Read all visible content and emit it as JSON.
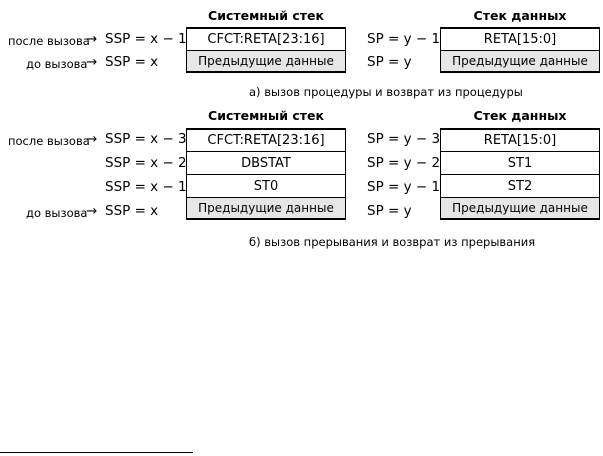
{
  "diagram_a": {
    "system_stack_title": "Системный стек",
    "data_stack_title": "Стек данных",
    "rows": [
      {
        "label": "после вызова",
        "ssp": "SSP = x − 1",
        "sys_cell": "CFCT:RETA[23:16]",
        "sp": "SP = y − 1",
        "data_cell": "RETA[15:0]"
      },
      {
        "label": "до вызова",
        "ssp": "SSP = x",
        "sys_cell": "Предыдущие данные",
        "sp": "SP = y",
        "data_cell": "Предыдущие данные"
      }
    ],
    "caption": "а) вызов процедуры и возврат из процедуры"
  },
  "diagram_b": {
    "system_stack_title": "Системный стек",
    "data_stack_title": "Стек данных",
    "rows": [
      {
        "label": "после вызова",
        "ssp": "SSP = x − 3",
        "sys_cell": "CFCT:RETA[23:16]",
        "sp": "SP = y − 3",
        "data_cell": "RETA[15:0]"
      },
      {
        "label": "",
        "ssp": "SSP = x − 2",
        "sys_cell": "DBSTAT",
        "sp": "SP = y − 2",
        "data_cell": "ST1"
      },
      {
        "label": "",
        "ssp": "SSP = x − 1",
        "sys_cell": "ST0",
        "sp": "SP = y − 1",
        "data_cell": "ST2"
      },
      {
        "label": "до вызова",
        "ssp": "SSP = x",
        "sys_cell": "Предыдущие данные",
        "sp": "SP = y",
        "data_cell": "Предыдущие данные"
      }
    ],
    "caption": "б) вызов прерывания и возврат из прерывания"
  },
  "arrow": "→"
}
